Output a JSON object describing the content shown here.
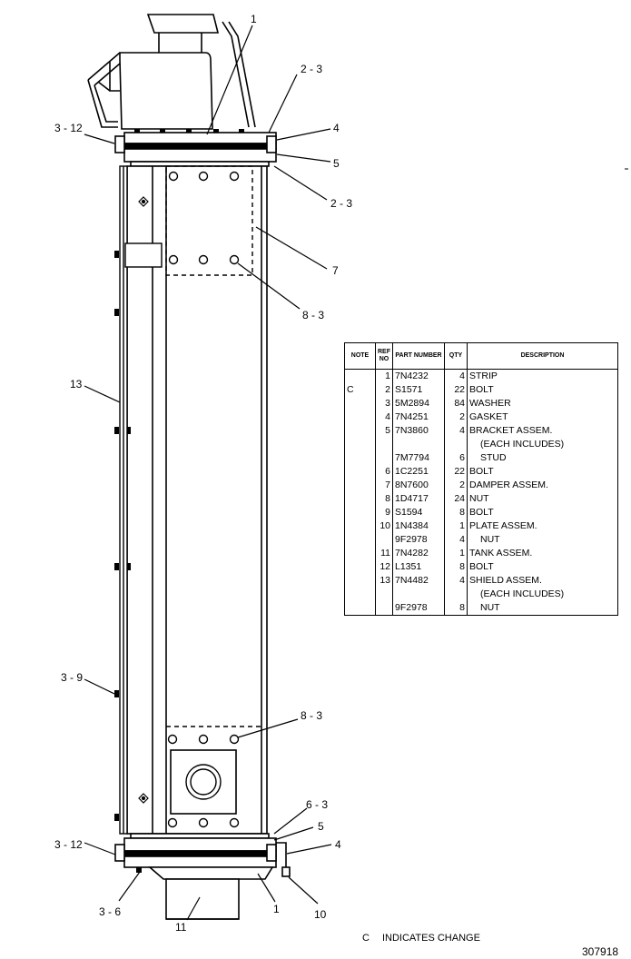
{
  "callouts": {
    "c1_top": "1",
    "c2_3_top": "2 - 3",
    "c3_12_top": "3 - 12",
    "c4_top": "4",
    "c5_top": "5",
    "c2_3_mid": "2 - 3",
    "c7": "7",
    "c8_3_upper": "8 - 3",
    "c13": "13",
    "c3_9": "3 - 9",
    "c8_3_lower": "8 - 3",
    "c6_3": "6 - 3",
    "c5_bottom": "5",
    "c3_12_bottom": "3 - 12",
    "c4_bottom": "4",
    "c3_6": "3 - 6",
    "c1_bottom": "1",
    "c10": "10",
    "c11": "11"
  },
  "parts_table": {
    "headers": {
      "note": "NOTE",
      "ref_no": "REF NO",
      "part_number": "PART NUMBER",
      "qty": "QTY",
      "description": "DESCRIPTION"
    },
    "rows": [
      {
        "note": "",
        "ref": "1",
        "part": "7N4232",
        "qty": "4",
        "desc": "STRIP",
        "indent": false
      },
      {
        "note": "C",
        "ref": "2",
        "part": "S1571",
        "qty": "22",
        "desc": "BOLT",
        "indent": false
      },
      {
        "note": "",
        "ref": "3",
        "part": "5M2894",
        "qty": "84",
        "desc": "WASHER",
        "indent": false
      },
      {
        "note": "",
        "ref": "4",
        "part": "7N4251",
        "qty": "2",
        "desc": "GASKET",
        "indent": false
      },
      {
        "note": "",
        "ref": "5",
        "part": "7N3860",
        "qty": "4",
        "desc": "BRACKET ASSEM.",
        "indent": false
      },
      {
        "note": "",
        "ref": "",
        "part": "",
        "qty": "",
        "desc": "(EACH INCLUDES)",
        "indent": true
      },
      {
        "note": "",
        "ref": "",
        "part": "7M7794",
        "qty": "6",
        "desc": "STUD",
        "indent": true
      },
      {
        "note": "",
        "ref": "6",
        "part": "1C2251",
        "qty": "22",
        "desc": "BOLT",
        "indent": false
      },
      {
        "note": "",
        "ref": "7",
        "part": "8N7600",
        "qty": "2",
        "desc": "DAMPER ASSEM.",
        "indent": false
      },
      {
        "note": "",
        "ref": "8",
        "part": "1D4717",
        "qty": "24",
        "desc": "NUT",
        "indent": false
      },
      {
        "note": "",
        "ref": "9",
        "part": "S1594",
        "qty": "8",
        "desc": "BOLT",
        "indent": false
      },
      {
        "note": "",
        "ref": "10",
        "part": "1N4384",
        "qty": "1",
        "desc": "PLATE ASSEM.",
        "indent": false
      },
      {
        "note": "",
        "ref": "",
        "part": "9F2978",
        "qty": "4",
        "desc": "NUT",
        "indent": true
      },
      {
        "note": "",
        "ref": "11",
        "part": "7N4282",
        "qty": "1",
        "desc": "TANK ASSEM.",
        "indent": false
      },
      {
        "note": "",
        "ref": "12",
        "part": "L1351",
        "qty": "8",
        "desc": "BOLT",
        "indent": false
      },
      {
        "note": "",
        "ref": "13",
        "part": "7N4482",
        "qty": "4",
        "desc": "SHIELD ASSEM.",
        "indent": false
      },
      {
        "note": "",
        "ref": "",
        "part": "",
        "qty": "",
        "desc": "(EACH INCLUDES)",
        "indent": true
      },
      {
        "note": "",
        "ref": "",
        "part": "9F2978",
        "qty": "8",
        "desc": "NUT",
        "indent": true
      }
    ]
  },
  "legend": {
    "symbol": "C",
    "text": "INDICATES CHANGE"
  },
  "figure_number": "307918"
}
